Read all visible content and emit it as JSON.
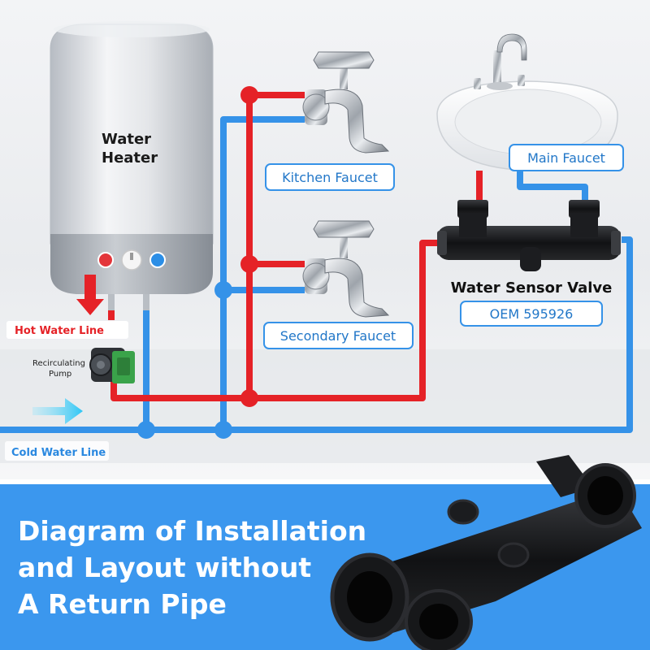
{
  "water_heater": {
    "title_line1": "Water",
    "title_line2": "Heater"
  },
  "fixtures": {
    "kitchen_faucet": "Kitchen Faucet",
    "secondary_faucet": "Secondary Faucet",
    "main_faucet": "Main Faucet"
  },
  "valve": {
    "name": "Water Sensor Valve",
    "model": "OEM 595926"
  },
  "lines": {
    "hot_label": "Hot Water Line",
    "cold_label": "Cold Water Line",
    "pump_label_line1": "Recirculating",
    "pump_label_line2": "Pump"
  },
  "banner": {
    "line1": "Diagram of Installation",
    "line2": "and Layout without",
    "line3": "A Return Pipe"
  },
  "colors": {
    "hot": "#e52227",
    "cold": "#3592e8",
    "banner": "#3b97ee",
    "label_border": "#3592e8",
    "label_text": "#2277c8"
  }
}
